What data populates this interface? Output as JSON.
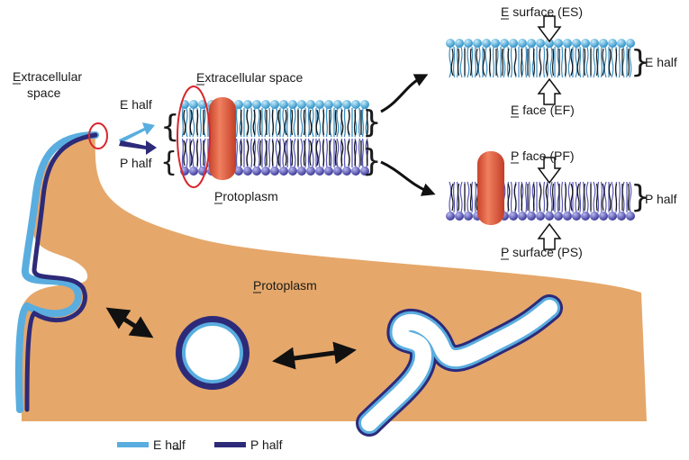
{
  "labels": {
    "extracellular_left_line1": "Extracellular",
    "extracellular_left_line2": "space",
    "extracellular_center": "Extracellular space",
    "protoplasm_center": "Protoplasm",
    "protoplasm_main": "Protoplasm",
    "e_half_arrow": "E half",
    "p_half_arrow": "P half",
    "e_surface": "E surface (ES)",
    "e_face": "E face (EF)",
    "e_half_bracket": "E half",
    "p_face": "P face (PF)",
    "p_surface": "P surface (PS)",
    "p_half_bracket": "P half"
  },
  "legend": {
    "items": [
      {
        "label": "E half",
        "color": "#5aaedf"
      },
      {
        "label": "P half",
        "color": "#2e2a7a"
      }
    ]
  },
  "colors": {
    "cytoplasm": "#e6a86a",
    "e_half": "#5aaedf",
    "p_half": "#2e2a7a",
    "e_head": "#5fc0e8",
    "p_head": "#6a6ac8",
    "protein": "#e05a3a",
    "highlight": "#d8262e"
  }
}
